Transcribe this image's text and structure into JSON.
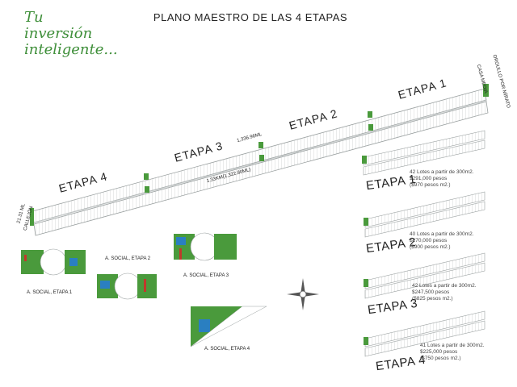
{
  "brand": {
    "line1": "Tu inversión",
    "line2": "inteligente..."
  },
  "title": "PLANO MAESTRO DE LAS 4 ETAPAS",
  "master": {
    "etapa1": "ETAPA 1",
    "etapa2": "ETAPA 2",
    "etapa3": "ETAPA 3",
    "etapa4": "ETAPA 4",
    "dim_top": "1,336.96ML",
    "dim_bottom": "1.33KM(1,322.80ML)",
    "left_end_a": "21.31 ML",
    "left_end_b": "CALLEJÓN",
    "right_end_a": "CASA MEDIA",
    "right_end_b": "ORGULLO POR MÍRATO"
  },
  "social_areas": [
    {
      "label": "A. SOCIAL, ETAPA 1"
    },
    {
      "label": "A. SOCIAL, ETAPA 2"
    },
    {
      "label": "A. SOCIAL, ETAPA 3"
    },
    {
      "label": "A. SOCIAL, ETAPA 4"
    }
  ],
  "stages": [
    {
      "name": "ETAPA 1",
      "line1": "42 Lotes a partir de 300m2.",
      "line2": "$291,000 pesos",
      "line3": "($970 pesos m2.)"
    },
    {
      "name": "ETAPA 2",
      "line1": "40 Lotes a partir de 300m2.",
      "line2": "$270,000 pesos",
      "line3": "($900 pesos m2.)"
    },
    {
      "name": "ETAPA 3",
      "line1": "42 Lotes a partir de 300m2.",
      "line2": "$247,500 pesos",
      "line3": "($825 pesos m2.)"
    },
    {
      "name": "ETAPA 4",
      "line1": "41 Lotes a partir de 300m2.",
      "line2": "$225,000 pesos",
      "line3": "($750 pesos m2.)"
    }
  ],
  "colors": {
    "brand_green": "#3f8f3a",
    "lot_green": "#4a9a3c",
    "line_gray": "#9aa0a0",
    "pool_blue": "#2a7fc1",
    "accent_red": "#c0392b"
  },
  "icons": [
    "compass-rose-icon"
  ]
}
